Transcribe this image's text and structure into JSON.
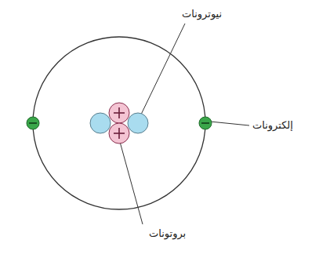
{
  "diagram": {
    "labels": [
      "نيوترونات",
      "إلكترونات",
      "بروتونات"
    ]
  }
}
